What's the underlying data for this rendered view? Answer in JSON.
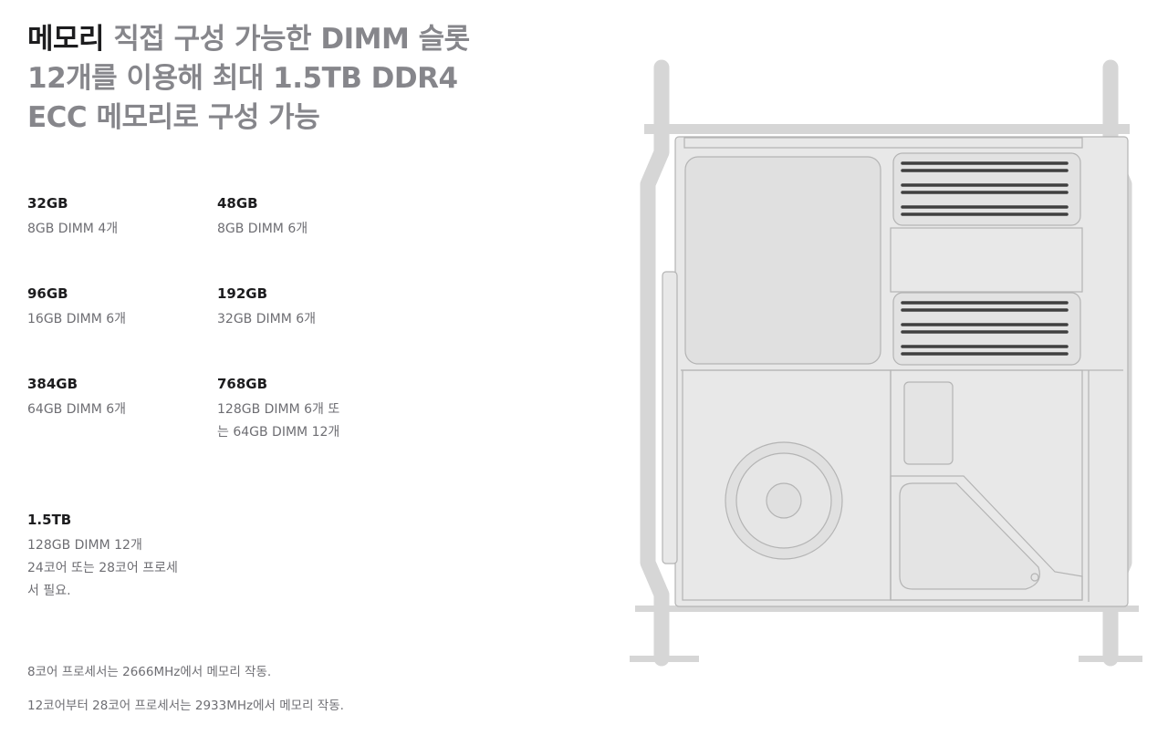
{
  "headline": {
    "strong": "메모리",
    "rest": " 직접 구성 가능한 DIMM 슬롯 12개를 이용해 최대 1.5TB DDR4 ECC 메모리로 구성 가능"
  },
  "configs": [
    {
      "capacity": "32GB",
      "description": "8GB DIMM 4개"
    },
    {
      "capacity": "48GB",
      "description": "8GB DIMM 6개"
    },
    {
      "capacity": "96GB",
      "description": "16GB DIMM 6개"
    },
    {
      "capacity": "192GB",
      "description": "32GB DIMM 6개"
    },
    {
      "capacity": "384GB",
      "description": "64GB DIMM 6개"
    },
    {
      "capacity": "768GB",
      "description": "128GB DIMM 6개 또는 64GB DIMM 12개"
    },
    {
      "capacity": "1.5TB",
      "description": "128GB DIMM 12개",
      "note": "24코어 또는 28코어 프로세서 필요."
    }
  ],
  "footnotes": [
    "8코어 프로세서는 2666MHz에서 메모리 작동.",
    "12코어부터 28코어 프로세서는 2933MHz에서 메모리 작동."
  ],
  "colors": {
    "text_primary": "#1d1d1f",
    "text_secondary": "#6e6e73",
    "headline_gray": "#86868b",
    "frame_gray": "#d6d6d6",
    "board_fill": "#e8e8e8"
  }
}
